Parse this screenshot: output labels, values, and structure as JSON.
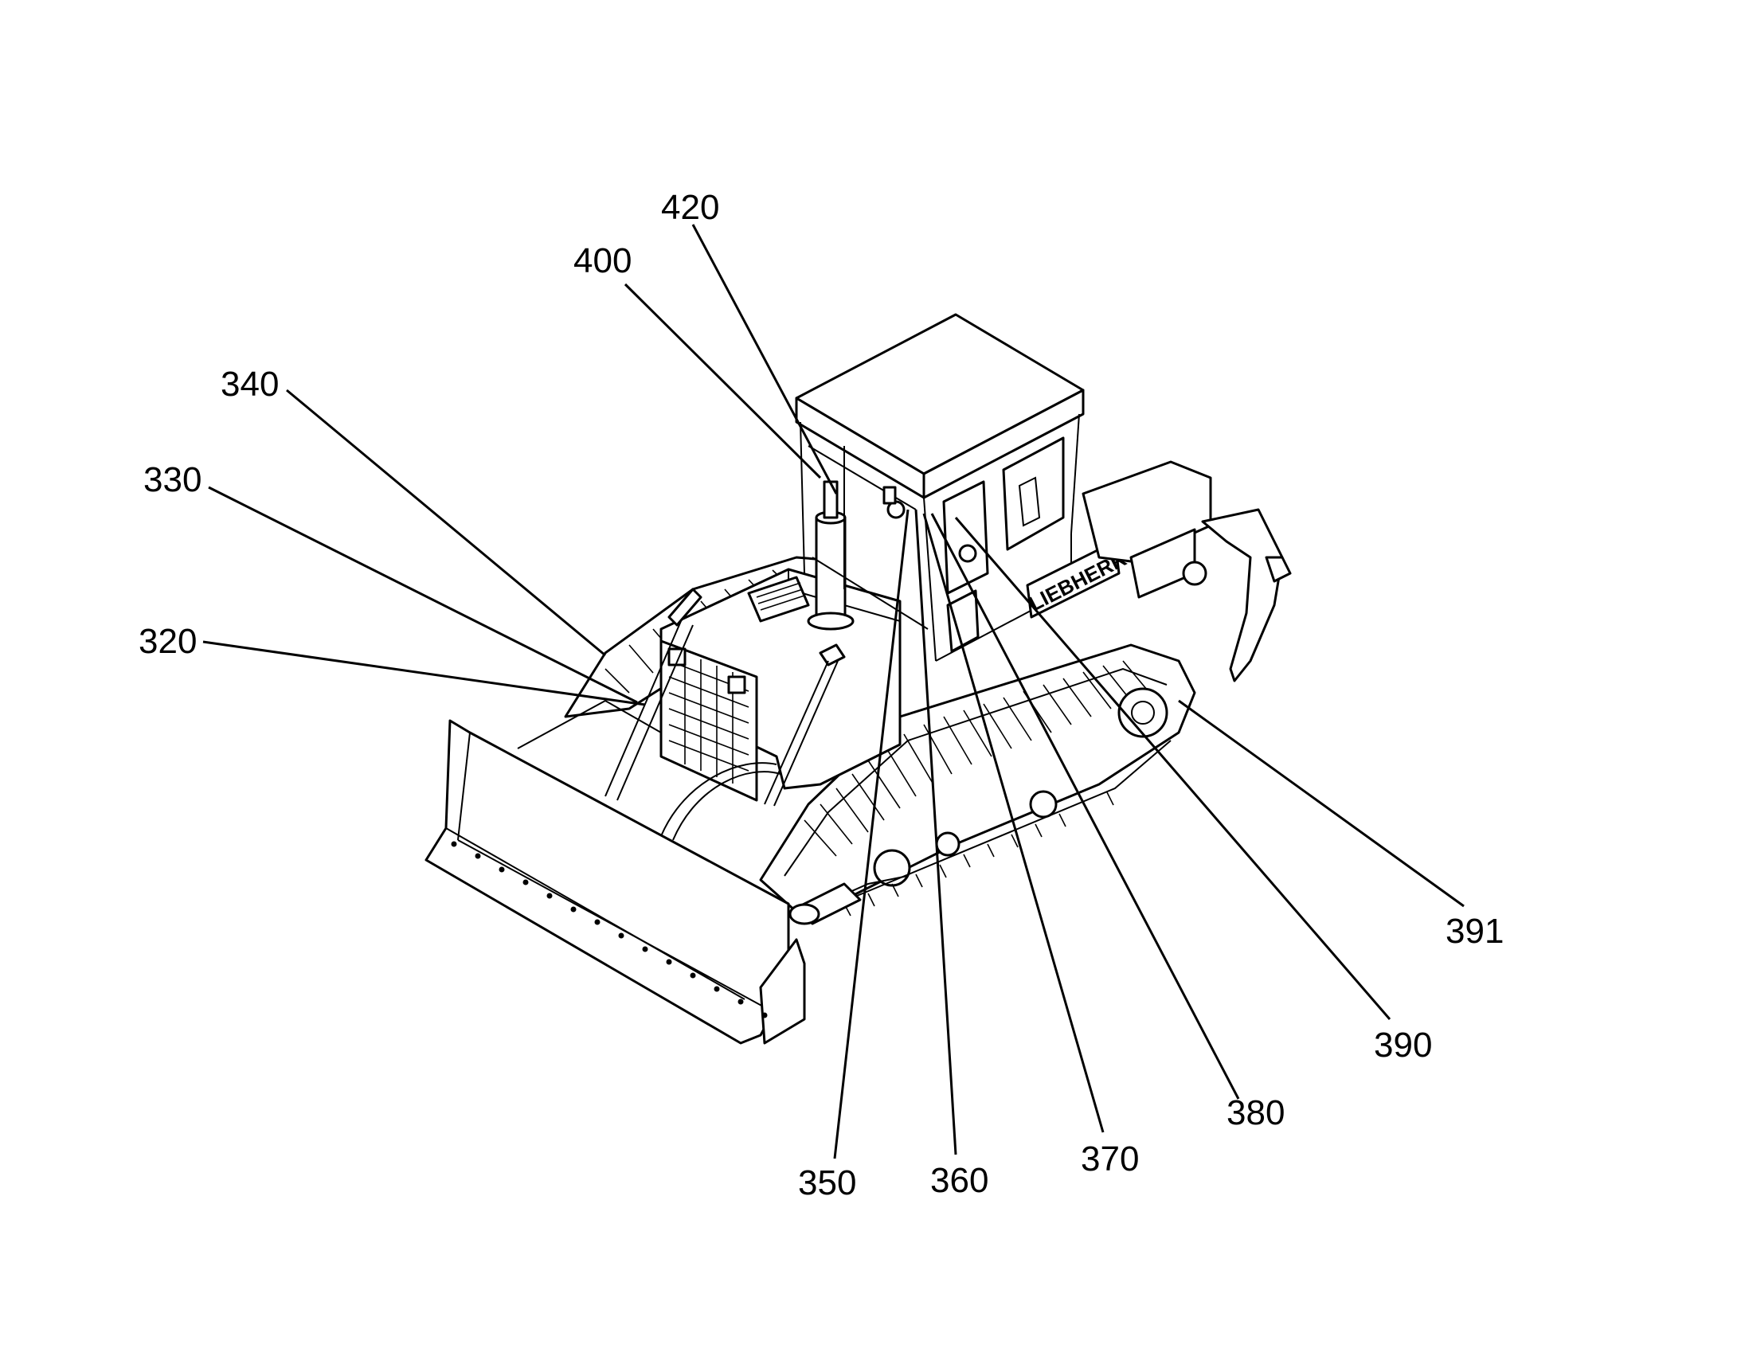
{
  "figure": {
    "labels": {
      "l320": "320",
      "l330": "330",
      "l340": "340",
      "l350": "350",
      "l360": "360",
      "l370": "370",
      "l380": "380",
      "l390": "390",
      "l391": "391",
      "l400": "400",
      "l420": "420"
    },
    "logo_text": "LIEBHERR"
  }
}
